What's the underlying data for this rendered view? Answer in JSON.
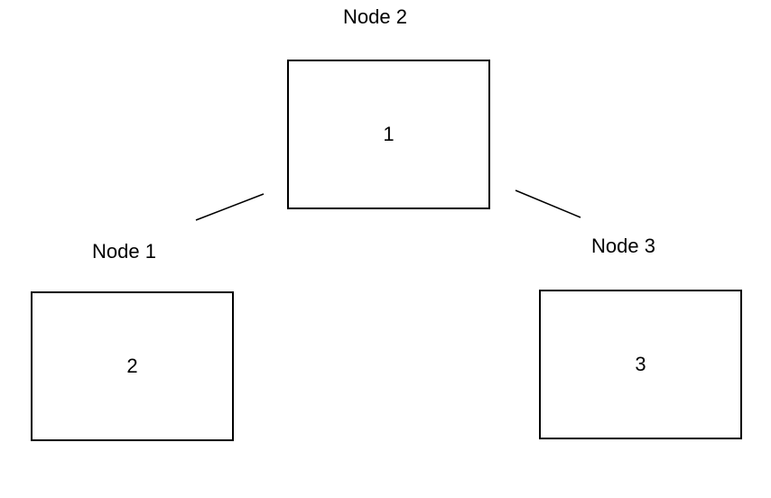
{
  "nodes": {
    "root": {
      "label": "Node 2",
      "value": "1"
    },
    "left": {
      "label": "Node 1",
      "value": "2"
    },
    "right": {
      "label": "Node 3",
      "value": "3"
    }
  },
  "colors": {
    "stroke": "#000000",
    "background": "#ffffff"
  }
}
